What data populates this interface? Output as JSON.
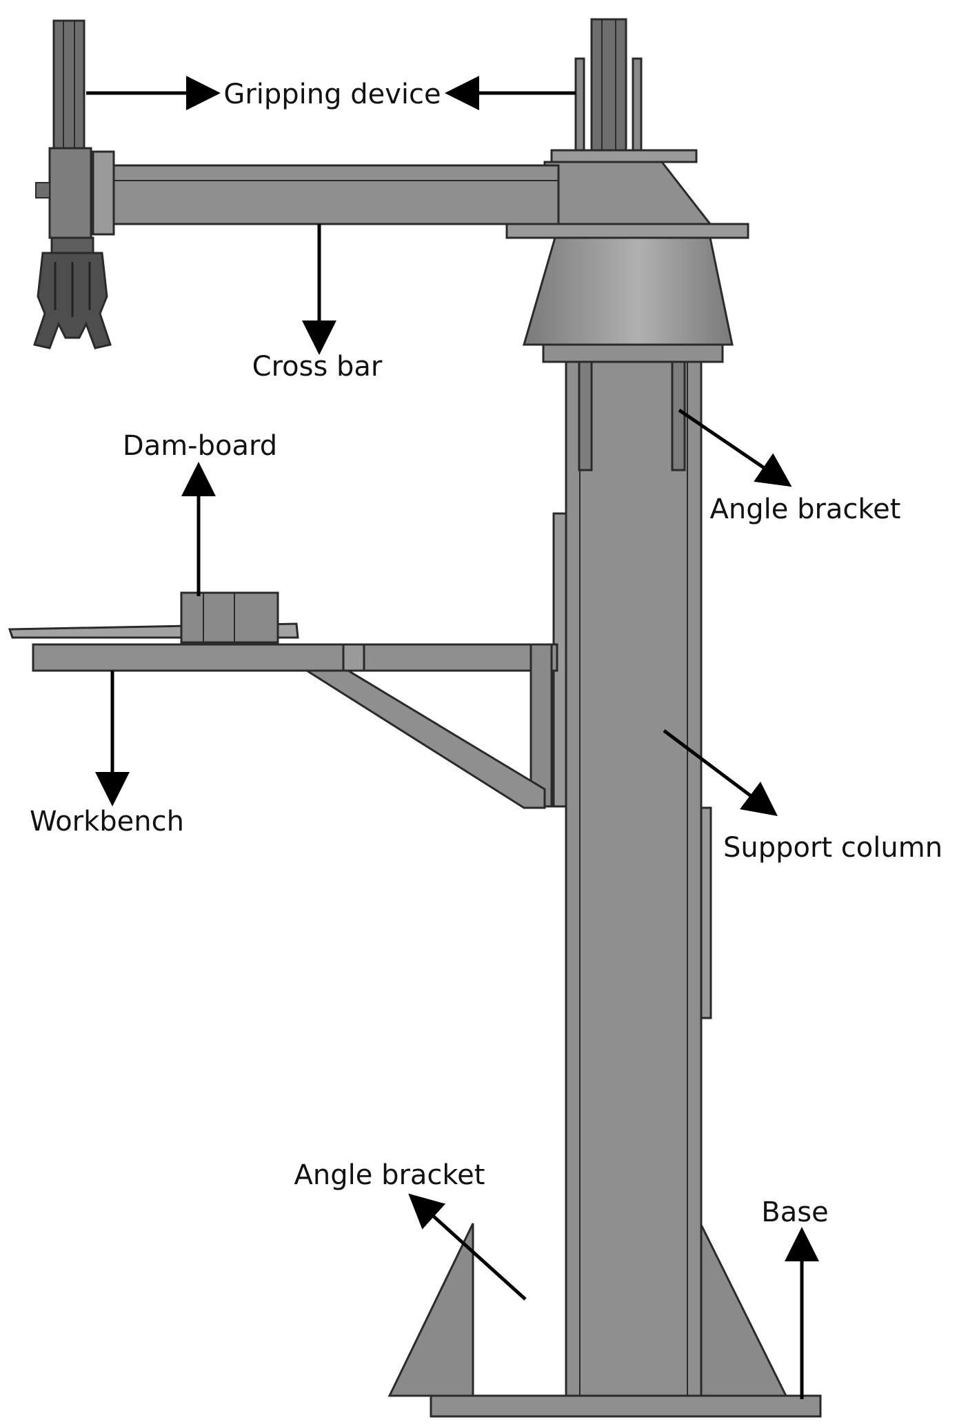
{
  "labels": {
    "gripping_device": "Gripping device",
    "cross_bar": "Cross bar",
    "angle_bracket_top": "Angle bracket",
    "dam_board": "Dam-board",
    "workbench": "Workbench",
    "support_column": "Support column",
    "angle_bracket_bottom": "Angle bracket",
    "base": "Base"
  },
  "colors": {
    "metal": "#8f8f8f",
    "metal_dark": "#6e6e6e",
    "metal_light": "#a8a8a8",
    "outline": "#2a2a2a",
    "arrow": "#000000"
  }
}
